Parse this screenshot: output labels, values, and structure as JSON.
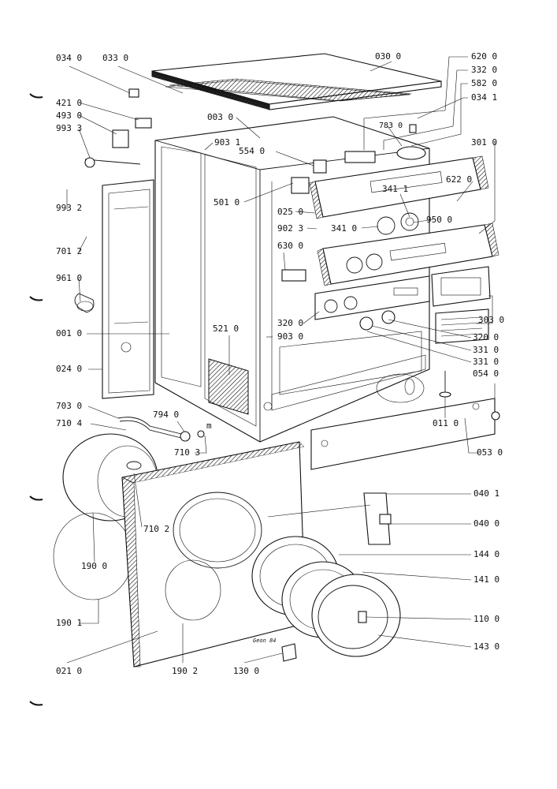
{
  "labels": {
    "l0340a": "034 0",
    "l0330": "033 0",
    "l0300": "030 0",
    "l6200": "620 0",
    "l3320": "332 0",
    "l5820": "582 0",
    "l0341": "034 1",
    "l4210": "421 0",
    "l4930": "493 0",
    "l9933": "993 3",
    "l0030": "003 0",
    "l7830": "783 0",
    "l3010": "301 0",
    "l9031": "903 1",
    "l5540": "554 0",
    "l9932": "993 2",
    "l5010": "501 0",
    "l6220": "622 0",
    "l3411": "341 1",
    "l0250": "025 0",
    "l9023": "902 3",
    "l3410": "341 0",
    "l9500": "950 0",
    "l7012": "701 2",
    "l6300": "630 0",
    "l9610": "961 0",
    "l5210": "521 0",
    "l3200a": "320 0",
    "l9030": "903 0",
    "l0010": "001 0",
    "l3030": "303 0",
    "l3200b": "320 0",
    "l3310a": "331 0",
    "l3310b": "331 0",
    "l0540": "054 0",
    "l0240": "024 0",
    "l7030": "703 0",
    "l7940": "794 0",
    "l7104": "710 4",
    "l0110": "011 0",
    "l7103": "710 3",
    "l0530": "053 0",
    "l7102": "710 2",
    "l0401": "040 1",
    "l0400": "040 0",
    "l1440": "144 0",
    "l1900": "190 0",
    "l1410": "141 0",
    "l1901": "190 1",
    "l1100": "110 0",
    "l1430": "143 0",
    "l0210": "021 0",
    "l1902": "190 2",
    "l1300": "130 0"
  },
  "signature": "Geon 84",
  "small_m": "m",
  "colors": {
    "ink": "#111111",
    "paper": "#ffffff"
  }
}
